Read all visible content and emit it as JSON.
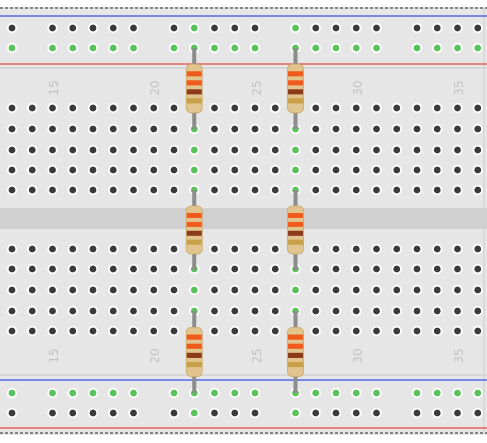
{
  "breadboard": {
    "column_labels_top": [
      "15",
      "20",
      "25",
      "30",
      "35"
    ],
    "column_labels_bottom": [
      "15",
      "20",
      "25",
      "30",
      "35"
    ],
    "colors": {
      "board": "#e6e6e6",
      "gutter": "#d0d0d0",
      "hole": "#3a3a3a",
      "hole_active": "#59c25a",
      "rail_positive": "#e8473f",
      "rail_negative": "#3650e6",
      "label": "#c3c3c3"
    }
  },
  "resistors": [
    {
      "name": "resistor-r1",
      "bands": [
        "#f05a1c",
        "#f05a1c",
        "#8b3a1a",
        "#c9a04a"
      ]
    },
    {
      "name": "resistor-r2",
      "bands": [
        "#f05a1c",
        "#f05a1c",
        "#8b3a1a",
        "#c9a04a"
      ]
    },
    {
      "name": "resistor-r3",
      "bands": [
        "#f05a1c",
        "#f05a1c",
        "#8b3a1a",
        "#c9a04a"
      ]
    },
    {
      "name": "resistor-r4",
      "bands": [
        "#f05a1c",
        "#f05a1c",
        "#8b3a1a",
        "#c9a04a"
      ]
    },
    {
      "name": "resistor-r5",
      "bands": [
        "#f05a1c",
        "#f05a1c",
        "#8b3a1a",
        "#c9a04a"
      ]
    },
    {
      "name": "resistor-r6",
      "bands": [
        "#f05a1c",
        "#f05a1c",
        "#8b3a1a",
        "#c9a04a"
      ]
    }
  ]
}
